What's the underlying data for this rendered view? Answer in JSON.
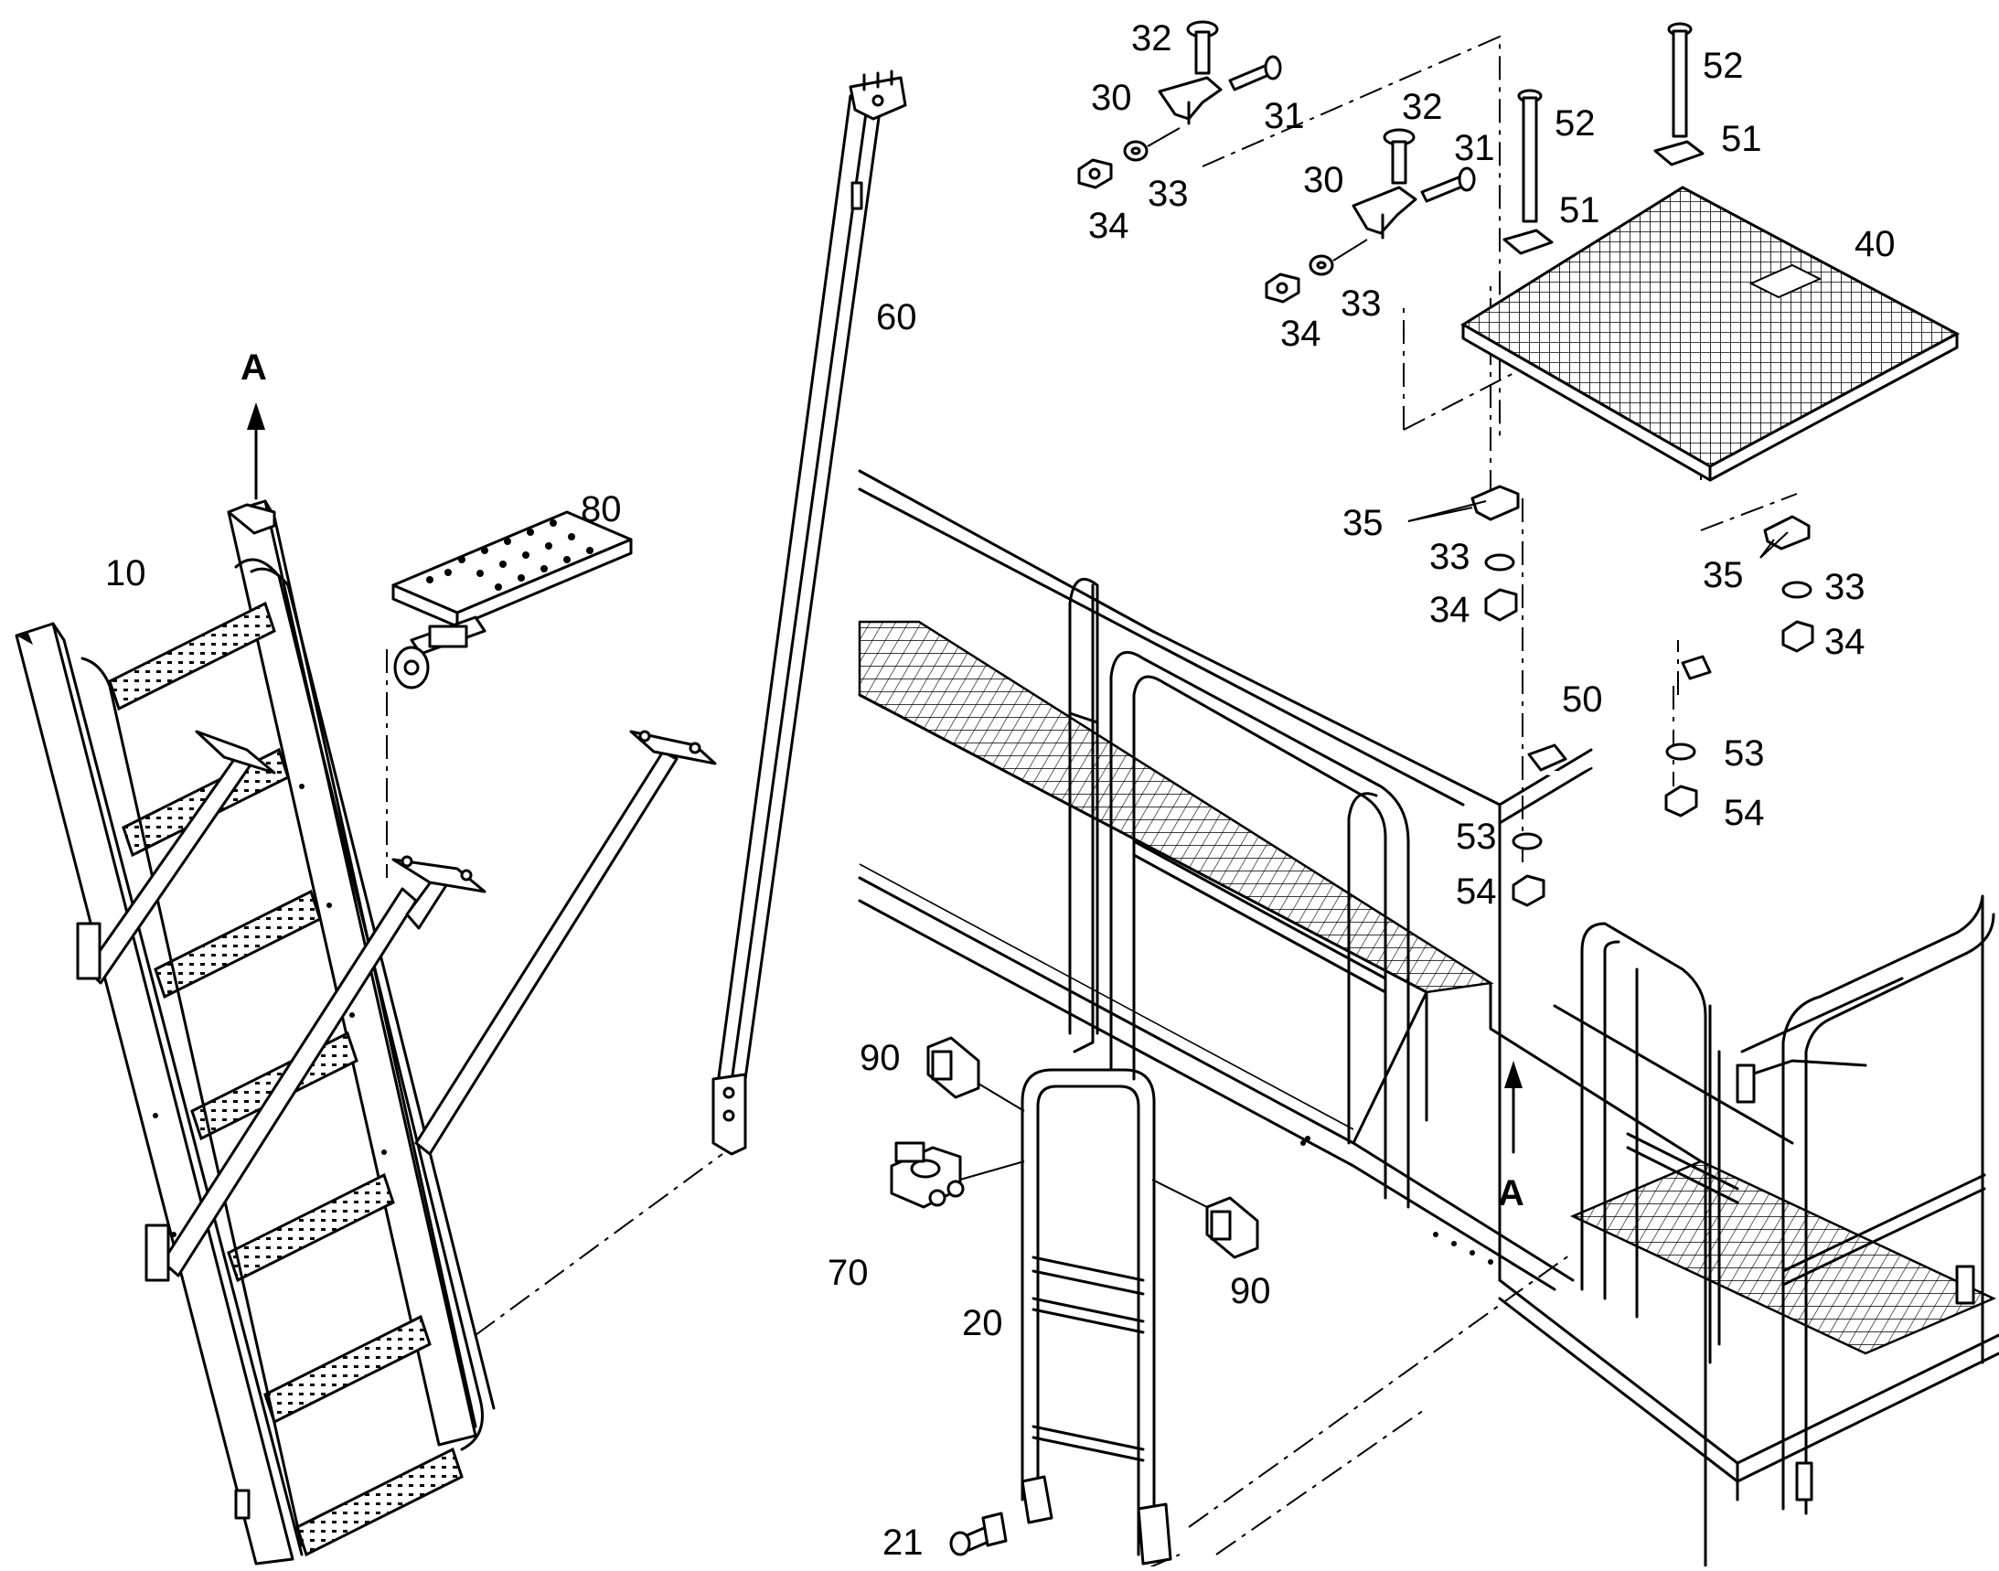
{
  "figure": {
    "callouts": [
      {
        "id": "lbl-10",
        "text": "10"
      },
      {
        "id": "lbl-80",
        "text": "80"
      },
      {
        "id": "lbl-60",
        "text": "60"
      },
      {
        "id": "lbl-30a",
        "text": "30"
      },
      {
        "id": "lbl-32a",
        "text": "32"
      },
      {
        "id": "lbl-31a",
        "text": "31"
      },
      {
        "id": "lbl-33a",
        "text": "33"
      },
      {
        "id": "lbl-34a",
        "text": "34"
      },
      {
        "id": "lbl-30b",
        "text": "30"
      },
      {
        "id": "lbl-32b",
        "text": "32"
      },
      {
        "id": "lbl-31b",
        "text": "31"
      },
      {
        "id": "lbl-33b",
        "text": "33"
      },
      {
        "id": "lbl-34b",
        "text": "34"
      },
      {
        "id": "lbl-52a",
        "text": "52"
      },
      {
        "id": "lbl-51a",
        "text": "51"
      },
      {
        "id": "lbl-52b",
        "text": "52"
      },
      {
        "id": "lbl-51b",
        "text": "51"
      },
      {
        "id": "lbl-40",
        "text": "40"
      },
      {
        "id": "lbl-35a",
        "text": "35"
      },
      {
        "id": "lbl-33c",
        "text": "33"
      },
      {
        "id": "lbl-34c",
        "text": "34"
      },
      {
        "id": "lbl-35b",
        "text": "35"
      },
      {
        "id": "lbl-33d",
        "text": "33"
      },
      {
        "id": "lbl-34d",
        "text": "34"
      },
      {
        "id": "lbl-50",
        "text": "50"
      },
      {
        "id": "lbl-53a",
        "text": "53"
      },
      {
        "id": "lbl-54a",
        "text": "54"
      },
      {
        "id": "lbl-53b",
        "text": "53"
      },
      {
        "id": "lbl-54b",
        "text": "54"
      },
      {
        "id": "lbl-90a",
        "text": "90"
      },
      {
        "id": "lbl-90b",
        "text": "90"
      },
      {
        "id": "lbl-70",
        "text": "70"
      },
      {
        "id": "lbl-20",
        "text": "20"
      },
      {
        "id": "lbl-21",
        "text": "21"
      }
    ],
    "view_markers": [
      {
        "id": "marker-a-top",
        "text": "A"
      },
      {
        "id": "marker-a-bottom",
        "text": "A"
      }
    ]
  }
}
